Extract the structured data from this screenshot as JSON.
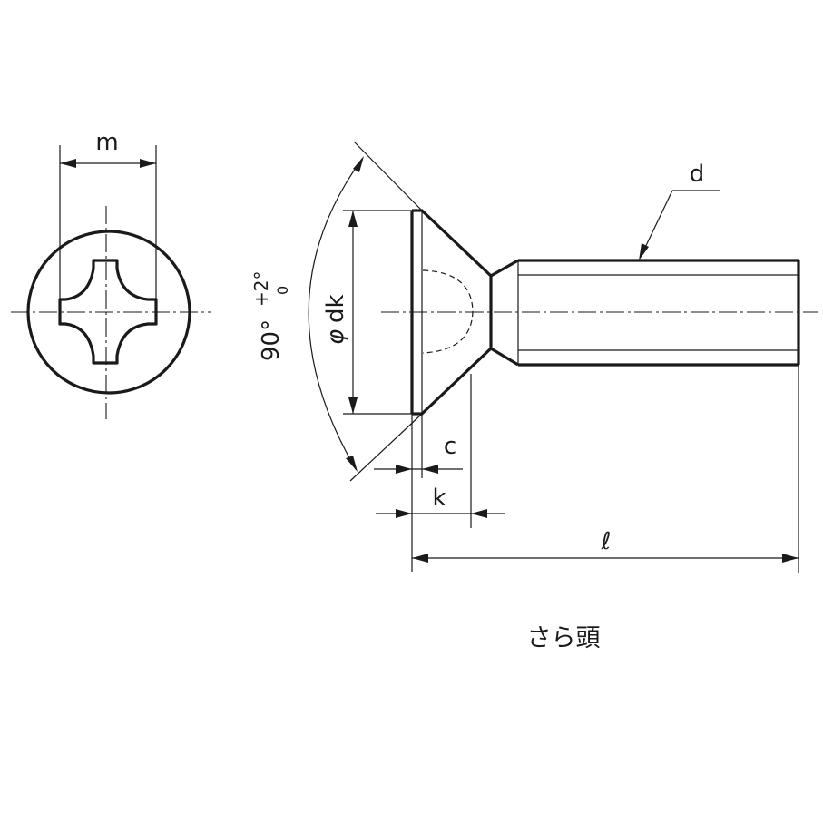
{
  "labels": {
    "m": "m",
    "d": "d",
    "dk_symbol": "φ",
    "dk": "dk",
    "angle": "90°",
    "tol_upper": "+2°",
    "tol_lower": "0",
    "c": "c",
    "k": "k",
    "l": "ℓ"
  },
  "caption": "さら頭",
  "colors": {
    "line": "#1a1a1a",
    "background": "#ffffff"
  }
}
